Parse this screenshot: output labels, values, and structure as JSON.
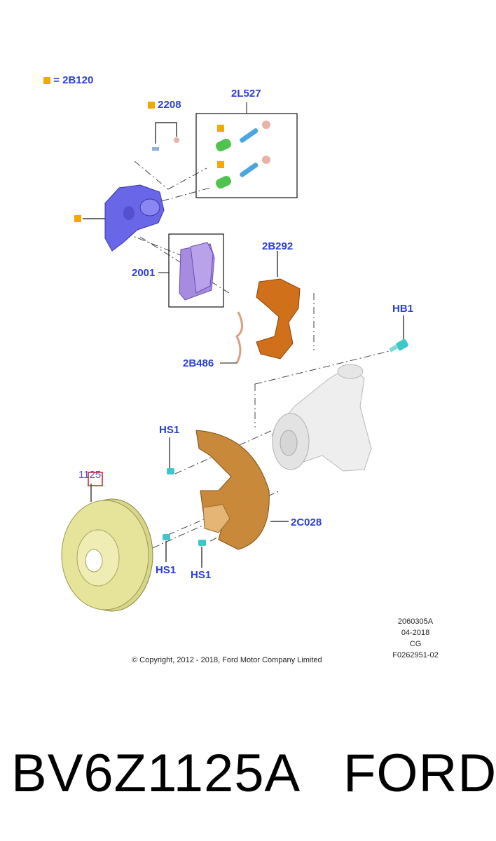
{
  "legend": {
    "code": "= 2B120"
  },
  "labels": {
    "l2208": "2208",
    "l2L527": "2L527",
    "l2B292": "2B292",
    "l2001": "2001",
    "lHB1": "HB1",
    "l2B486": "2B486",
    "lHS1_a": "HS1",
    "l1125": "1125",
    "l2C028": "2C028",
    "lHS1_b": "HS1",
    "lHS1_c": "HS1"
  },
  "meta": {
    "code1": "2060305A",
    "date": "04-2018",
    "cg": "CG",
    "ref": "F0262951-02",
    "copyright": "© Copyright, 2012 - 2018, Ford Motor Company Limited"
  },
  "bottom": {
    "part_number": "BV6Z1125A",
    "brand": "FORD"
  },
  "colors": {
    "label_blue": "#2a3fd6",
    "legend_square": "#f5a800",
    "caliper": "#6a66e8",
    "pads": "#a68be0",
    "bracket": "#d0701a",
    "shield": "#c88a3a",
    "rotor": "#e6e49a",
    "bolt": "#3fc6c6",
    "highlight": "#e0242a"
  }
}
